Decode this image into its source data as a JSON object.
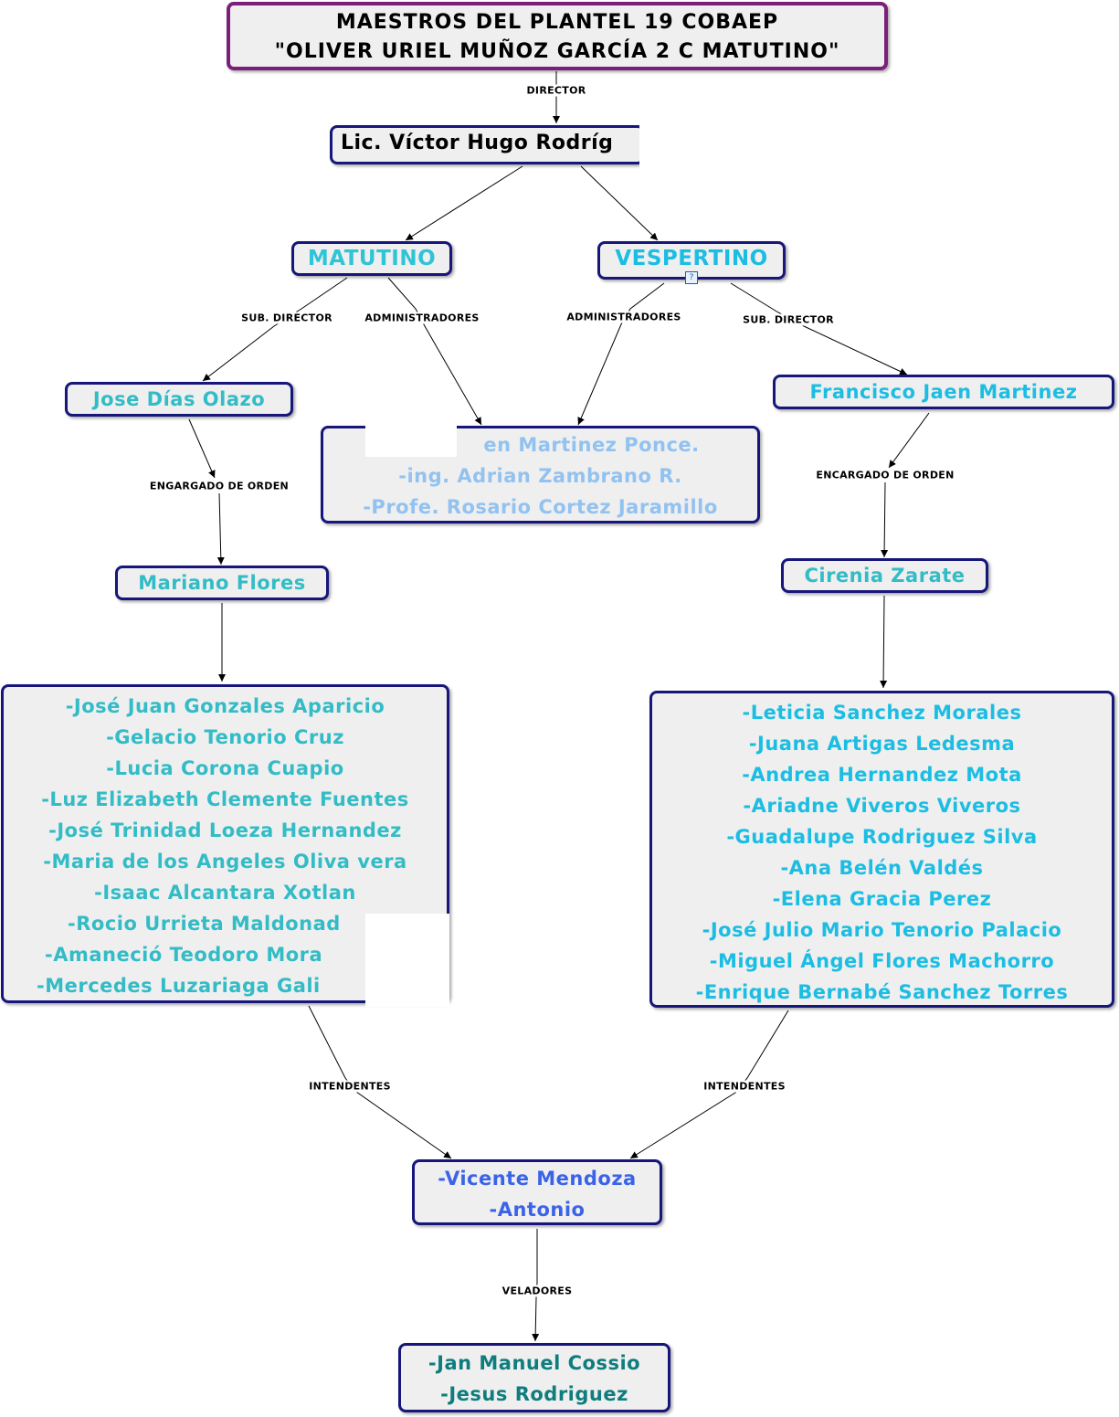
{
  "title": {
    "line1": "MAESTROS DEL PLANTEL 19 COBAEP",
    "line2": "\"OLIVER URIEL MUÑOZ GARCÍA 2 C MATUTINO\""
  },
  "labels": {
    "director": "DIRECTOR",
    "sub_director_mat": "SUB. DIRECTOR",
    "administradores_mat": "ADMINISTRADORES",
    "administradores_ves": "ADMINISTRADORES",
    "sub_director_ves": "SUB. DIRECTOR",
    "encargado_mat": "ENGARGADO DE ORDEN",
    "encargado_ves": "ENCARGADO DE ORDEN",
    "intendentes_mat": "INTENDENTES",
    "intendentes_ves": "INTENDENTES",
    "veladores": "VELADORES"
  },
  "director": {
    "name": "Lic. Víctor Hugo Rodríg"
  },
  "shifts": {
    "matutino": "MATUTINO",
    "vespertino": "VESPERTINO"
  },
  "subdirectors": {
    "matutino": "Jose Días Olazo",
    "vespertino": "Francisco Jaen Martinez"
  },
  "administrators": [
    "en Martinez Ponce.",
    "-ing. Adrian Zambrano R.",
    "-Profe. Rosario Cortez Jaramillo"
  ],
  "order_keepers": {
    "matutino": "Mariano Flores",
    "vespertino": "Cirenia Zarate"
  },
  "teachers_matutino": [
    "-José Juan Gonzales Aparicio",
    "-Gelacio Tenorio Cruz",
    "-Lucia Corona Cuapio",
    "-Luz Elizabeth Clemente Fuentes",
    "-José Trinidad Loeza Hernandez",
    "-Maria de los Angeles Oliva vera",
    "-Isaac Alcantara Xotlan",
    "-Rocio Urrieta Maldonad",
    "-Amaneció Teodoro Mora",
    "-Mercedes Luzariaga Gali"
  ],
  "teachers_vespertino": [
    "-Leticia Sanchez Morales",
    "-Juana Artigas Ledesma",
    "-Andrea Hernandez Mota",
    "-Ariadne Viveros Viveros",
    "-Guadalupe Rodriguez Silva",
    "-Ana Belén Valdés",
    "-Elena Gracia Perez",
    "-José Julio Mario Tenorio Palacio",
    "-Miguel Ángel Flores Machorro",
    "-Enrique Bernabé Sanchez Torres"
  ],
  "intendants": [
    "-Vicente Mendoza",
    "-Antonio"
  ],
  "night_guards": [
    "-Jan Manuel Cossio",
    "-Jesus Rodriguez"
  ],
  "colors": {
    "node_border": "#17167a",
    "title_border": "#7a1f7a",
    "node_fill": "#efefef",
    "shift_text": "#2fc4d6",
    "subdirector_text": "#33bcc6",
    "admin_text": "#92c2f0",
    "vespertino_list_text": "#1cbde3",
    "intendant_text": "#3a63e8",
    "guard_text": "#0f7d7d"
  },
  "icons": [
    "note-icon"
  ]
}
